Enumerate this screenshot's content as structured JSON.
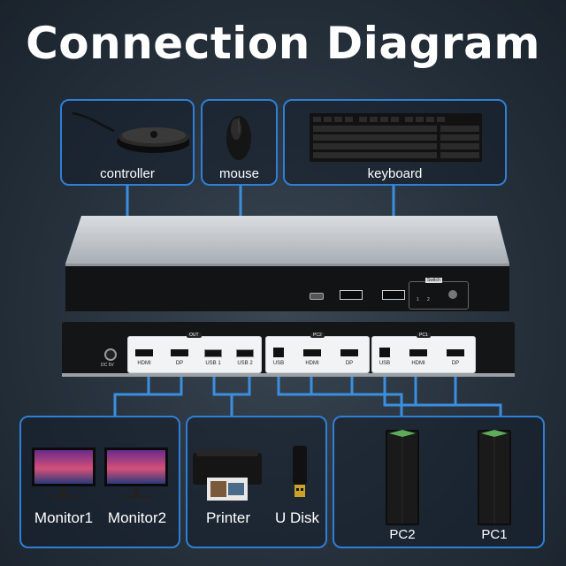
{
  "title": "Connection Diagram",
  "peripherals": {
    "controller": "controller",
    "mouse": "mouse",
    "keyboard": "keyboard"
  },
  "front_panel": {
    "switch_tag": "Switch",
    "switch_nums": [
      "1",
      "2"
    ]
  },
  "rear_panel": {
    "dc_label": "DC 5V",
    "out_tag": "OUT",
    "out_ports": [
      "HDMI",
      "DP",
      "USB 1",
      "USB 2"
    ],
    "pc2_tag": "PC2",
    "pc2_ports": [
      "USB",
      "HDMI",
      "DP"
    ],
    "pc1_tag": "PC1",
    "pc1_ports": [
      "USB",
      "HDMI",
      "DP"
    ]
  },
  "devices": {
    "monitor1": "Monitor1",
    "monitor2": "Monitor2",
    "printer": "Printer",
    "udisk": "U Disk",
    "pc2": "PC2",
    "pc1": "PC1"
  },
  "colors": {
    "wire": "#3b8fe0",
    "box_border": "#2f7fd6",
    "accent_green": "#6fd16a"
  }
}
